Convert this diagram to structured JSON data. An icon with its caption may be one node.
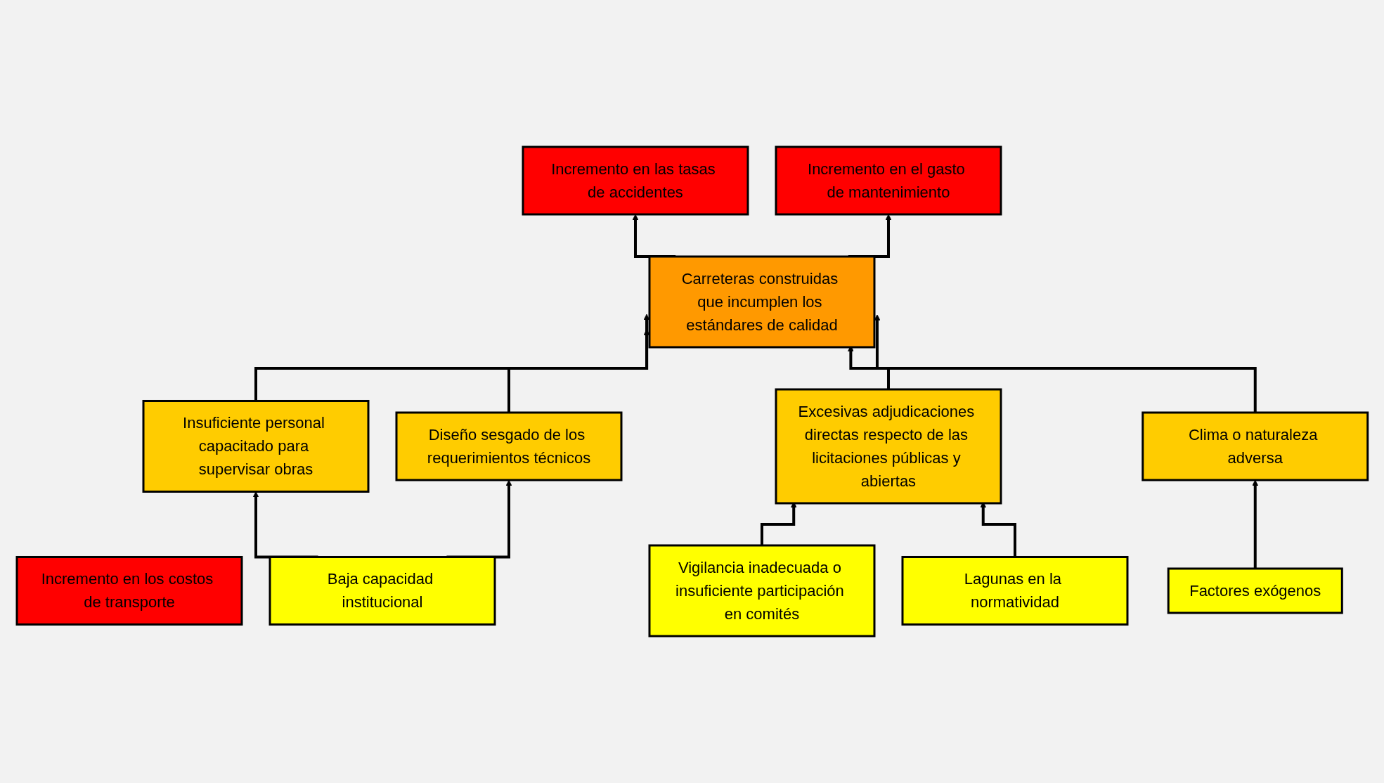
{
  "diagram": {
    "nodes": [
      {
        "text": [
          "Incremento en las tasas de accidentes"
        ]
      },
      {
        "text": [
          "Incremento en el gasto de mantenimiento"
        ]
      },
      {
        "text": [
          "Incremento en los costos de transporte"
        ]
      },
      {
        "text": [
          "Carreteras construidas que incumplen los estándares de calidad"
        ]
      },
      {
        "text": [
          "Insuficiente personal capacitado para supervisar obras"
        ]
      },
      {
        "text": [
          "Diseño sesgado de los requerimientos técnicos"
        ]
      },
      {
        "text": [
          "Excesivas adjudicaciones directas respecto de las licitaciones públicas y abiertas"
        ]
      },
      {
        "text": [
          "Clima o naturaleza adversa"
        ]
      },
      {
        "text": [
          "Baja capacidad institucional"
        ]
      },
      {
        "text": [
          "Vigilancia inadecuada o insuficiente participación en comités"
        ]
      },
      {
        "text": [
          "Lagunas en la normatividad"
        ]
      },
      {
        "text": [
          "Factores exógenos"
        ]
      }
    ],
    "edges": [
      {
        "from": 3,
        "to": 0,
        "arrow": "to"
      },
      {
        "from": 3,
        "to": 1,
        "arrow": "to"
      },
      {
        "from": 4,
        "to": 3,
        "arrow": "to"
      },
      {
        "from": 5,
        "to": 3,
        "arrow": "to"
      },
      {
        "from": 6,
        "to": 3,
        "arrow": "to"
      },
      {
        "from": 7,
        "to": 3,
        "arrow": "to"
      },
      {
        "from": 8,
        "to": 4,
        "arrow": "to"
      },
      {
        "from": 8,
        "to": 5,
        "arrow": "to"
      },
      {
        "from": 9,
        "to": 6,
        "arrow": "to"
      },
      {
        "from": 10,
        "to": 6,
        "arrow": "to"
      },
      {
        "from": 11,
        "to": 7,
        "arrow": "to"
      }
    ]
  }
}
